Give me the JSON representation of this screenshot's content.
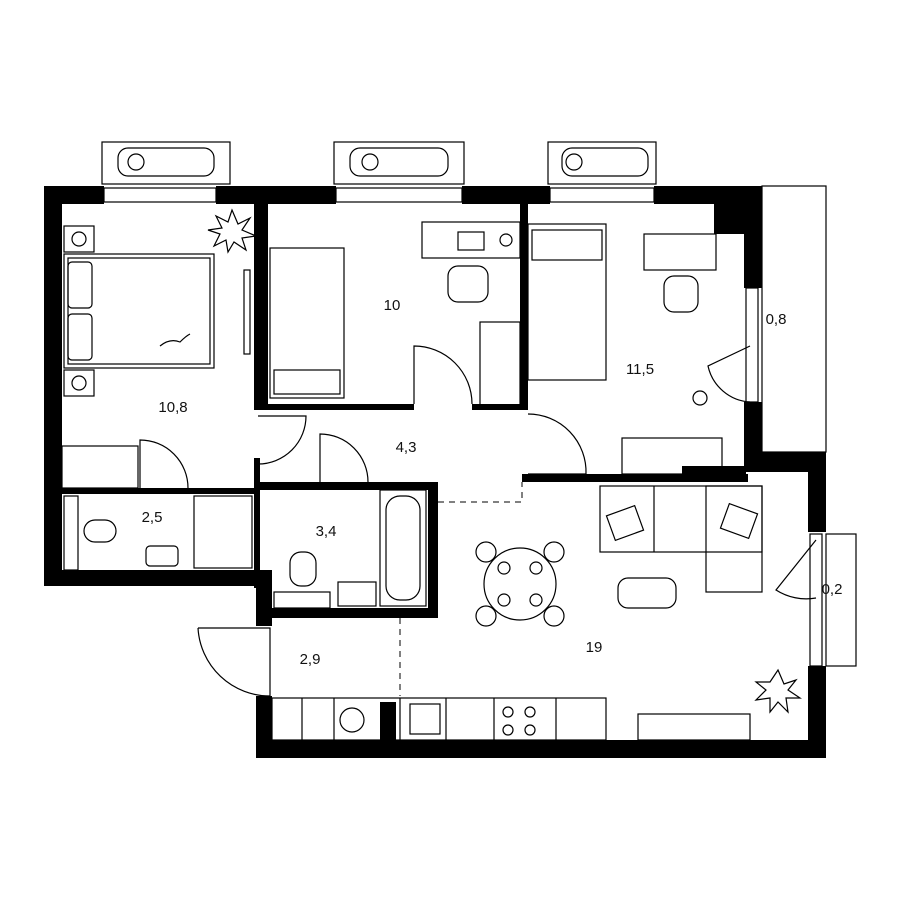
{
  "floor_plan": {
    "rooms": [
      {
        "id": "bedroom-main",
        "area": "10,8"
      },
      {
        "id": "bathroom-small",
        "area": "2,5"
      },
      {
        "id": "kids-room-1",
        "area": "10"
      },
      {
        "id": "hallway",
        "area": "4,3"
      },
      {
        "id": "bathroom",
        "area": "3,4"
      },
      {
        "id": "kids-room-2",
        "area": "11,5"
      },
      {
        "id": "balcony-top",
        "area": "0,8"
      },
      {
        "id": "balcony-right",
        "area": "0,2"
      },
      {
        "id": "kitchen-living",
        "area": "19"
      },
      {
        "id": "entrance",
        "area": "2,9"
      }
    ]
  }
}
